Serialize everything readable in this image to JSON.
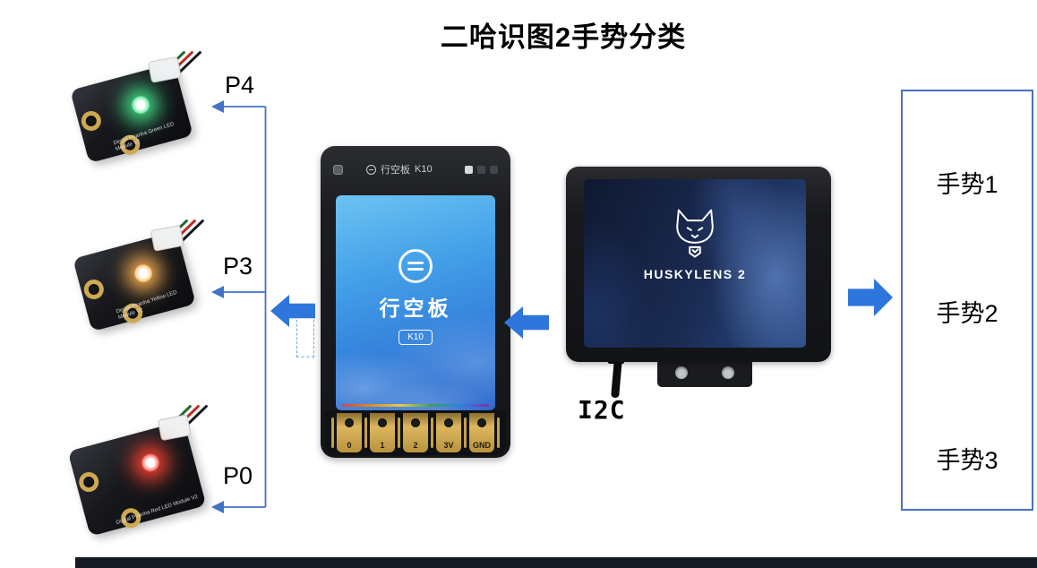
{
  "title": "二哈识图2手势分类",
  "colors": {
    "arrow_blue": "#2E76DC",
    "connector_blue": "#4472C4",
    "box_border_blue": "#4472C4"
  },
  "leds": {
    "items": [
      {
        "pin": "P4",
        "color": "green",
        "glow": "#44E58C",
        "caption": "Digital Piranha Green LED Module V2"
      },
      {
        "pin": "P3",
        "color": "yellow",
        "glow": "#FFB454",
        "caption": "Digital Piranha Yellow LED Module V2"
      },
      {
        "pin": "P0",
        "color": "red",
        "glow": "#FF4432",
        "caption": "Digital Piranha Red LED Module V2"
      }
    ]
  },
  "unihiker": {
    "header_brand": "行空板",
    "header_model": "K10",
    "screen_brand": "行空板",
    "screen_badge": "K10",
    "pins": [
      "0",
      "1",
      "2",
      "3V",
      "GND"
    ]
  },
  "huskylens": {
    "name": "HUSKYLENS 2",
    "port_label": "I2C"
  },
  "gestures": {
    "items": [
      "手势1",
      "手势2",
      "手势3"
    ]
  }
}
